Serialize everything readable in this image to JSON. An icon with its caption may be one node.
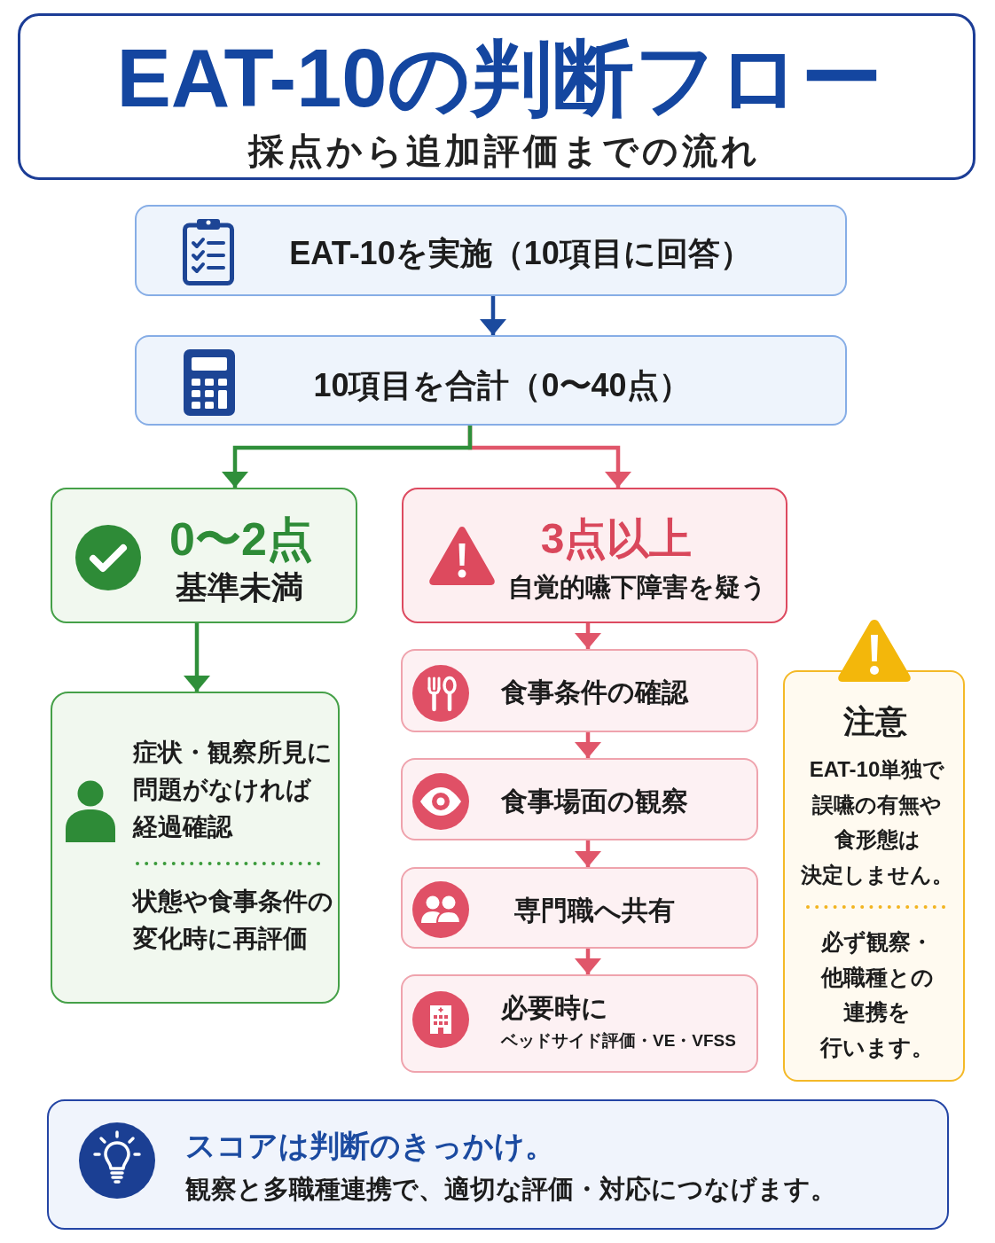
{
  "diagram": {
    "title": "EAT-10の判断フロー",
    "nodes": [
      {
        "text": [
          "EAT-10を実施（10項目に回答）"
        ]
      },
      {
        "text": [
          "10項目を合計（0〜40点）"
        ]
      },
      {
        "text": [
          "0〜2点",
          "基準未満"
        ]
      },
      {
        "text": [
          "3点以上",
          "自覚的嚥下障害を疑う"
        ]
      },
      {
        "text": [
          "症状・観察所見に問題がなければ経過確認",
          "状態や食事条件の変化時に再評価"
        ]
      },
      {
        "text": [
          "食事条件の確認"
        ]
      },
      {
        "text": [
          "食事場面の観察"
        ]
      },
      {
        "text": [
          "専門職へ共有"
        ]
      },
      {
        "text": [
          "必要時に",
          "ベッドサイド評価・VE・VFSS"
        ]
      },
      {
        "text": [
          "注意",
          "EAT-10単独で誤嚥の有無や食形態は決定しません。",
          "必ず観察・他職種との連携を行います。"
        ]
      },
      {
        "text": [
          "スコアは判断のきっかけ。",
          "観察と多職種連携で、適切な評価・対応につなげます。"
        ]
      }
    ],
    "edges": [
      {
        "from": 0,
        "to": 1,
        "arrow": "to",
        "color": "#1b4a9e"
      },
      {
        "from": 1,
        "to": 2,
        "arrow": "to",
        "color": "#2f8f3a"
      },
      {
        "from": 1,
        "to": 3,
        "arrow": "to"
      },
      {
        "from": 2,
        "to": 4,
        "arrow": "to",
        "color": "#2f8f3a"
      },
      {
        "from": 3,
        "to": 5,
        "arrow": "to"
      },
      {
        "from": 5,
        "to": 6,
        "arrow": "to"
      },
      {
        "from": 6,
        "to": 7,
        "arrow": "to"
      },
      {
        "from": 7,
        "to": 8,
        "arrow": "to"
      }
    ],
    "labels": [
      "採点から追加評価までの流れ"
    ]
  }
}
